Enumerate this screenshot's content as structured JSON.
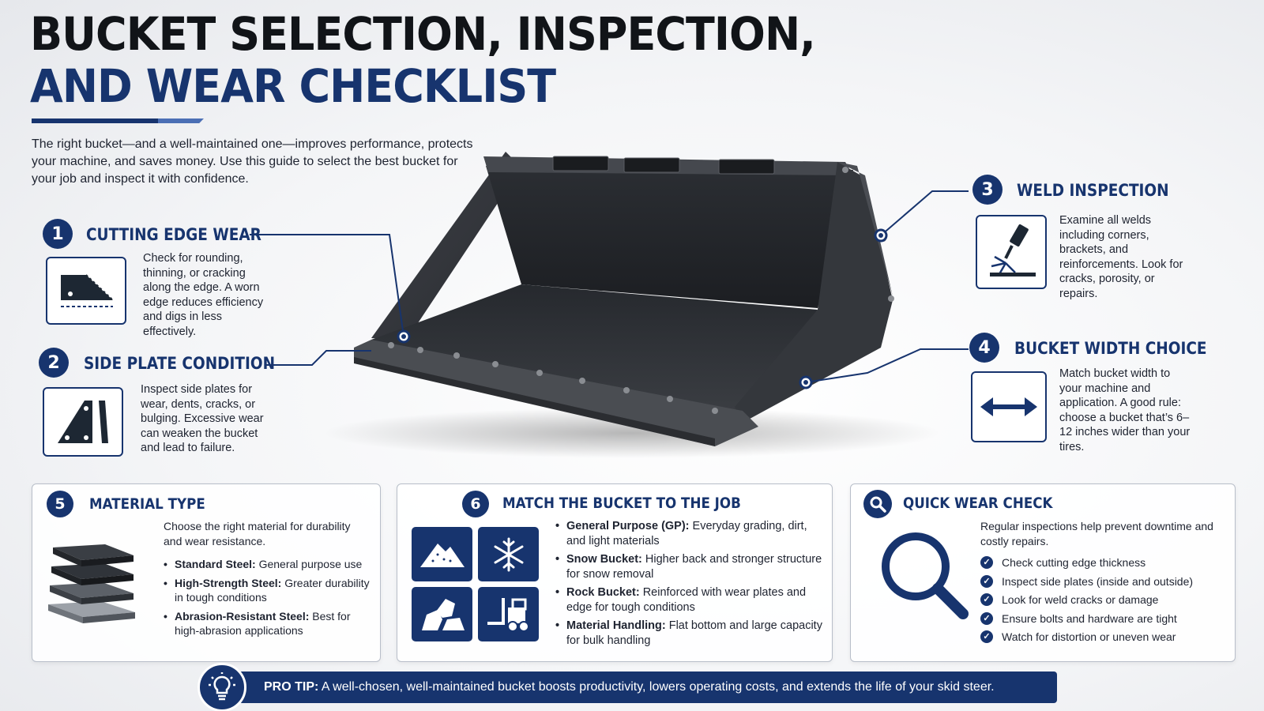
{
  "title": {
    "line1": "BUCKET SELECTION, INSPECTION,",
    "line2": "AND WEAR CHECKLIST"
  },
  "intro": "The right bucket—and a well-maintained one—improves performance, protects your machine, and saves money. Use this guide to select the best bucket for your job and inspect it with confidence.",
  "callouts": [
    {
      "number": "1",
      "heading": "CUTTING EDGE WEAR",
      "icon": "cutting-edge-icon",
      "text": "Check for rounding, thinning, or cracking along the edge. A worn edge reduces efficiency and digs in less effectively."
    },
    {
      "number": "2",
      "heading": "SIDE PLATE CONDITION",
      "icon": "side-plate-icon",
      "text": "Inspect side plates for wear, dents, cracks, or bulging. Excessive wear can weaken the bucket and lead to failure."
    },
    {
      "number": "3",
      "heading": "WELD INSPECTION",
      "icon": "welding-icon",
      "text": "Examine all welds including corners, brackets, and reinforcements. Look for cracks, porosity, or repairs."
    },
    {
      "number": "4",
      "heading": "BUCKET WIDTH CHOICE",
      "icon": "width-arrows-icon",
      "text": "Match bucket width to your machine and application. A good rule: choose a bucket that’s 6–12 inches wider than your tires."
    }
  ],
  "material": {
    "number": "5",
    "heading": "MATERIAL TYPE",
    "intro": "Choose the right material for durability and wear resistance.",
    "items": [
      {
        "label": "Standard Steel:",
        "text": "General purpose use"
      },
      {
        "label": "High-Strength Steel:",
        "text": "Greater durability in tough conditions"
      },
      {
        "label": "Abrasion-Resistant Steel:",
        "text": "Best for high-abrasion applications"
      }
    ]
  },
  "match": {
    "number": "6",
    "heading": "MATCH THE BUCKET TO THE JOB",
    "tiles": [
      "dirt-pile-icon",
      "snowflake-icon",
      "rocks-icon",
      "forklift-icon"
    ],
    "items": [
      {
        "label": "General Purpose (GP):",
        "text": "Everyday grading, dirt, and light materials"
      },
      {
        "label": "Snow Bucket:",
        "text": "Higher back and stronger structure for snow removal"
      },
      {
        "label": "Rock Bucket:",
        "text": "Reinforced with wear plates and edge for tough conditions"
      },
      {
        "label": "Material Handling:",
        "text": "Flat bottom and large capacity for bulk handling"
      }
    ]
  },
  "quick": {
    "heading": "QUICK WEAR CHECK",
    "intro": "Regular inspections help prevent downtime and costly repairs.",
    "items": [
      "Check cutting edge thickness",
      "Inspect side plates (inside and outside)",
      "Look for weld cracks or damage",
      "Ensure bolts and hardware are tight",
      "Watch for distortion or uneven wear"
    ]
  },
  "protip": {
    "label": "PRO TIP:",
    "text": " A well-chosen, well-maintained bucket boosts productivity, lowers operating costs, and extends the life of your skid steer."
  },
  "colors": {
    "navy": "#17346e",
    "accent": "#4b6fb5"
  }
}
